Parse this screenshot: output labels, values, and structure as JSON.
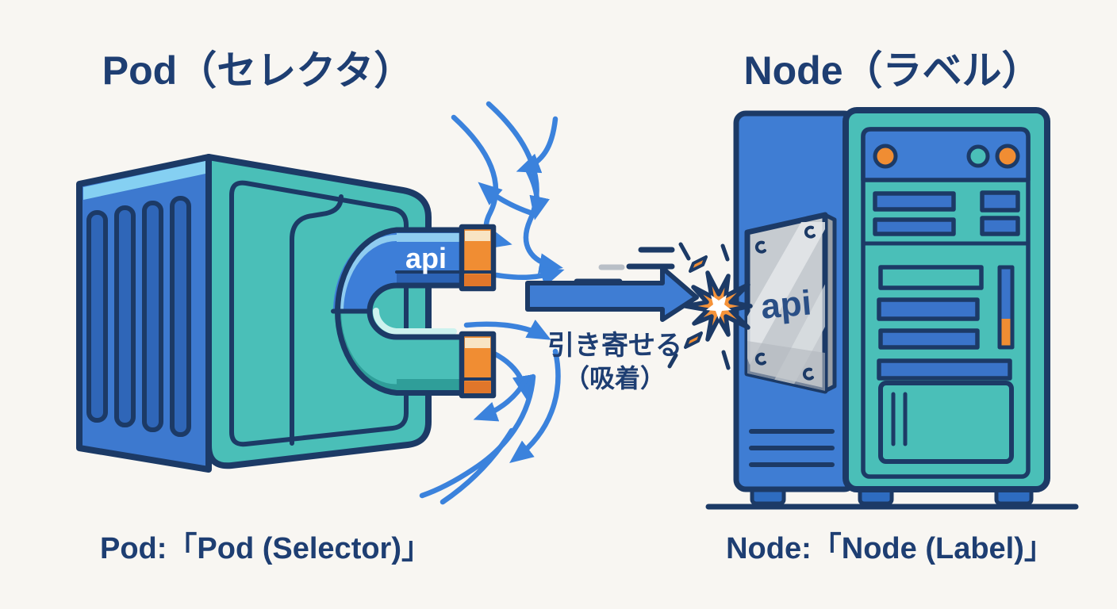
{
  "illustration": {
    "title_left": "Pod（セレクタ）",
    "title_right": "Node（ラベル）",
    "caption_left": "Pod:「Pod (Selector)」",
    "caption_right": "Node:「Node (Label)」",
    "attraction_label_line1": "引き寄せる",
    "attraction_label_line2": "（吸着）",
    "magnet_label": "api",
    "plate_label": "api"
  },
  "colors": {
    "background": "#f8f6f2",
    "outline_navy": "#1c3a66",
    "text_navy": "#1e3e72",
    "pod_side_blue": "#3d79cf",
    "pod_slot_blue": "#2f66b8",
    "pod_top_lightblue": "#85d0f2",
    "pod_front_teal": "#4abfb8",
    "magnet_blue": "#3d7ed8",
    "magnet_dark_blue": "#2c63b5",
    "magnet_teal": "#4abfb8",
    "magnet_dark_teal": "#2f9e99",
    "magnet_mint": "#cdf2ee",
    "magnet_highlight": "#8fccf0",
    "pole_orange": "#f08d33",
    "pole_cream": "#f8e4c4",
    "pole_dark_orange": "#e0762a",
    "field_line_blue": "#3b82dc",
    "arrow_blue": "#3f7dd3",
    "speed_line_gray": "#b9bfc7",
    "burst_orange": "#f5933a",
    "burst_white": "#ffffff",
    "server_side_blue": "#3f7dd3",
    "server_front_teal": "#4abfb8",
    "server_bar_blue": "#3a74ca",
    "plate_silver": "#c6cbd0",
    "plate_shine": "#e4e8ea",
    "foot_blue": "#2e6cc0"
  }
}
